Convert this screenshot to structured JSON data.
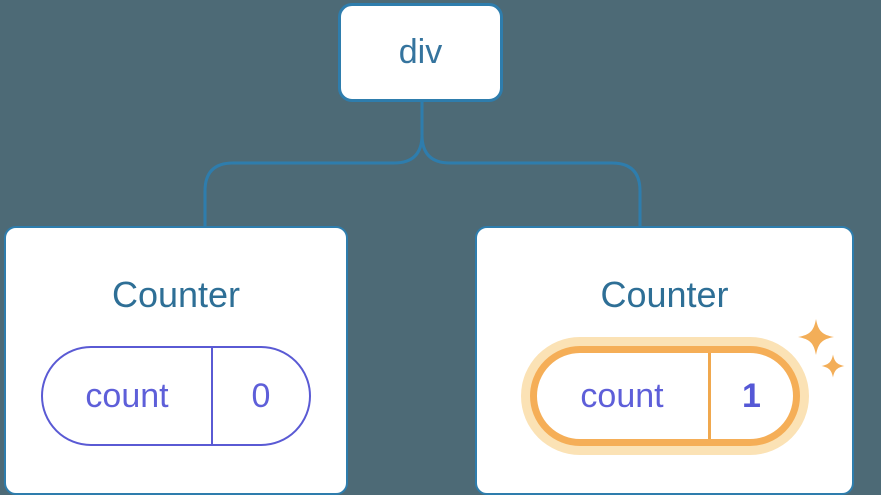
{
  "diagram": {
    "root": {
      "label": "div"
    },
    "counters": [
      {
        "title": "Counter",
        "state_key": "count",
        "state_value": "0",
        "highlighted": false
      },
      {
        "title": "Counter",
        "state_key": "count",
        "state_value": "1",
        "highlighted": true
      }
    ]
  },
  "icons": {
    "sparkles": "✦"
  },
  "colors": {
    "background": "#4d6a76",
    "connector_blue": "#2e7dad",
    "node_fill": "#ffffff",
    "root_label_blue": "#35749e",
    "title_blue": "#2e6f96",
    "state_purple": "#5e5fd9",
    "state_purple_border": "#5a5ad4",
    "state_value_bold_purple": "#5558d6",
    "highlight_orange": "#f5ae57",
    "highlight_glow": "#fbe2b5",
    "highlight_divider": "#f0a84e",
    "sparkle_orange": "#f3ae58"
  }
}
